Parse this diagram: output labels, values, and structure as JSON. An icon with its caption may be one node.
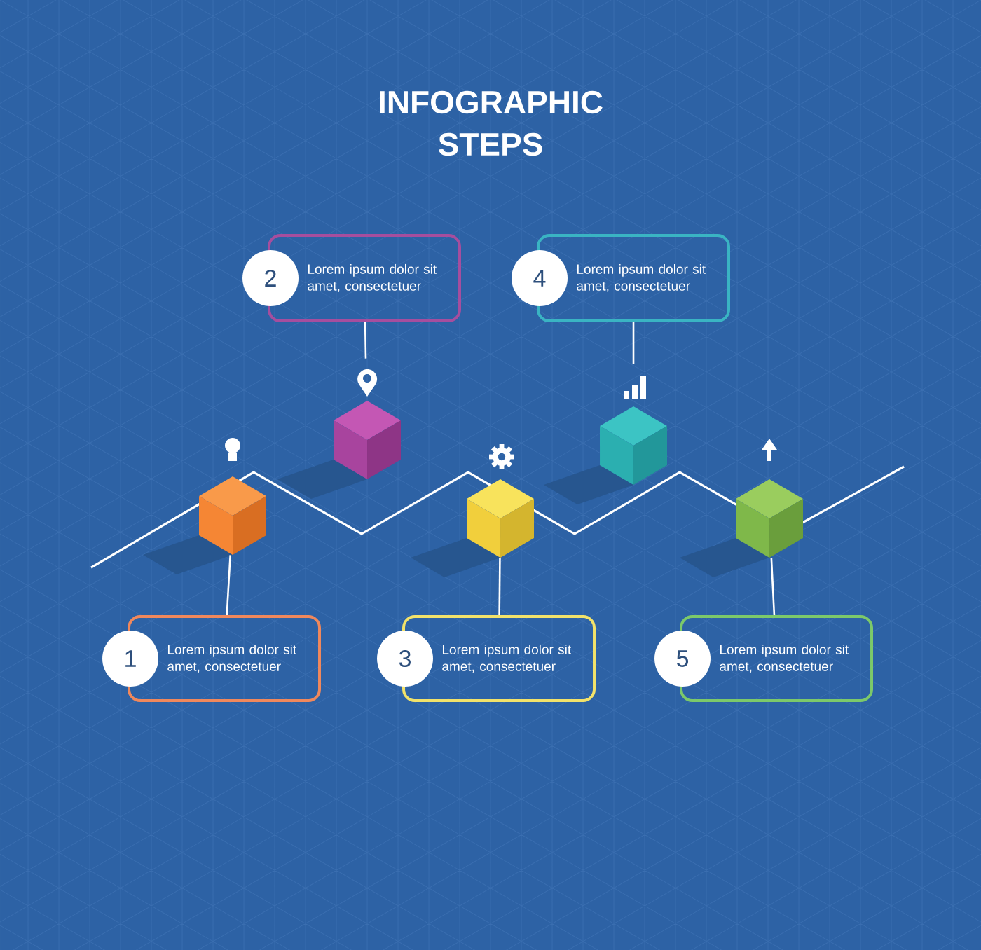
{
  "diagram": {
    "title": "INFOGRAPHIC STEPS",
    "nodes": [
      {
        "text": [
          "1",
          "Lorem ipsum dolor sit amet, consectetuer"
        ]
      },
      {
        "text": [
          "2",
          "Lorem ipsum dolor sit amet, consectetuer"
        ]
      },
      {
        "text": [
          "3",
          "Lorem ipsum dolor sit amet, consectetuer"
        ]
      },
      {
        "text": [
          "4",
          "Lorem ipsum dolor sit amet, consectetuer"
        ]
      },
      {
        "text": [
          "5",
          "Lorem ipsum dolor sit amet, consectetuer"
        ]
      },
      {
        "text": [],
        "shape": "cube"
      },
      {
        "text": [],
        "shape": "cube"
      },
      {
        "text": [],
        "shape": "cube"
      },
      {
        "text": [],
        "shape": "cube"
      },
      {
        "text": [],
        "shape": "cube"
      }
    ],
    "edges": [
      {
        "from": 0,
        "to": 5,
        "arrow": "none"
      },
      {
        "from": 1,
        "to": 6,
        "arrow": "none"
      },
      {
        "from": 2,
        "to": 7,
        "arrow": "none"
      },
      {
        "from": 3,
        "to": 8,
        "arrow": "none"
      },
      {
        "from": 4,
        "to": 9,
        "arrow": "none"
      }
    ]
  }
}
